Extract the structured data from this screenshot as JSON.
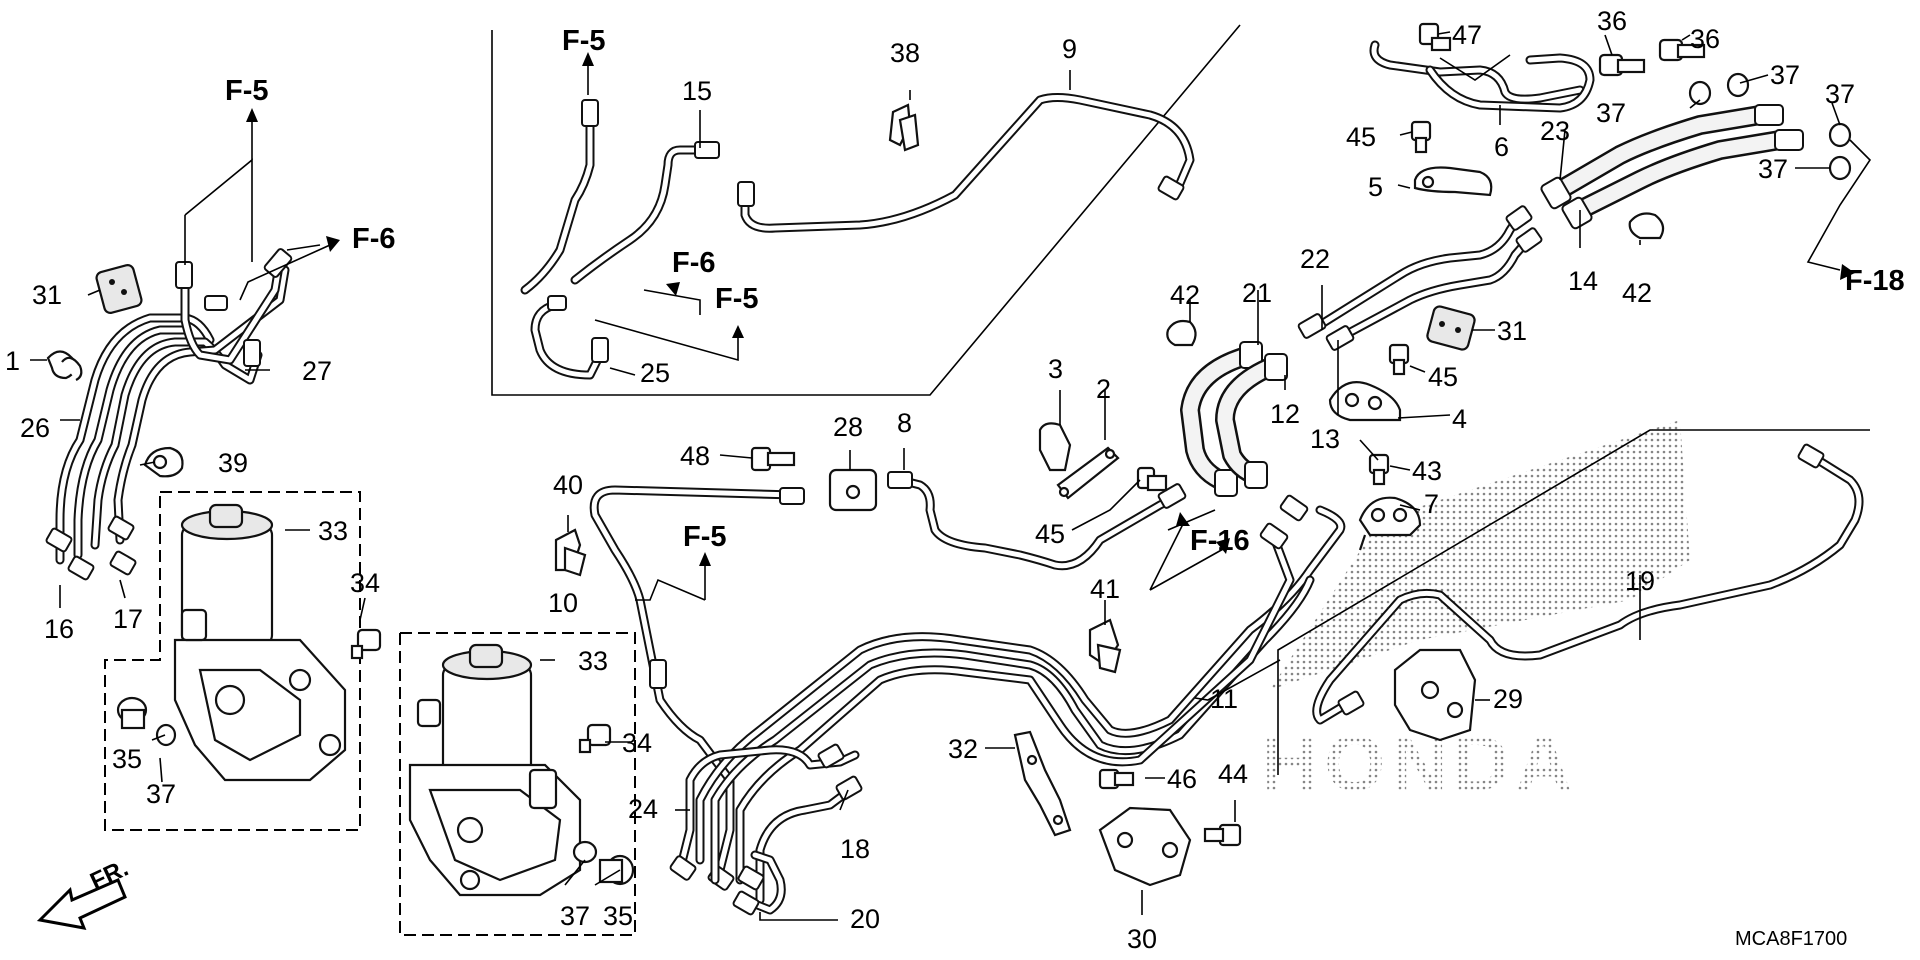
{
  "labels": {
    "n1": "1",
    "n2": "2",
    "n3": "3",
    "n4": "4",
    "n5": "5",
    "n6": "6",
    "n7": "7",
    "n8": "8",
    "n9": "9",
    "n10": "10",
    "n11": "11",
    "n12": "12",
    "n13": "13",
    "n14": "14",
    "n15": "15",
    "n16": "16",
    "n17": "17",
    "n18": "18",
    "n19": "19",
    "n20": "20",
    "n21": "21",
    "n22": "22",
    "n23": "23",
    "n24": "24",
    "n25": "25",
    "n26": "26",
    "n27": "27",
    "n28": "28",
    "n29": "29",
    "n30": "30",
    "n31": "31",
    "n32": "32",
    "n33": "33",
    "n34": "34",
    "n35": "35",
    "n36": "36",
    "n37": "37",
    "n38": "38",
    "n39": "39",
    "n40": "40",
    "n41": "41",
    "n42": "42",
    "n43": "43",
    "n44": "44",
    "n45": "45",
    "n46": "46",
    "n47": "47",
    "n48": "48"
  },
  "refs": {
    "f5": "F-5",
    "f6": "F-6",
    "f16": "F-16",
    "f18": "F-18"
  },
  "watermark": "HONDA",
  "direction": "FR.",
  "diagram_code": "MCA8F1700"
}
